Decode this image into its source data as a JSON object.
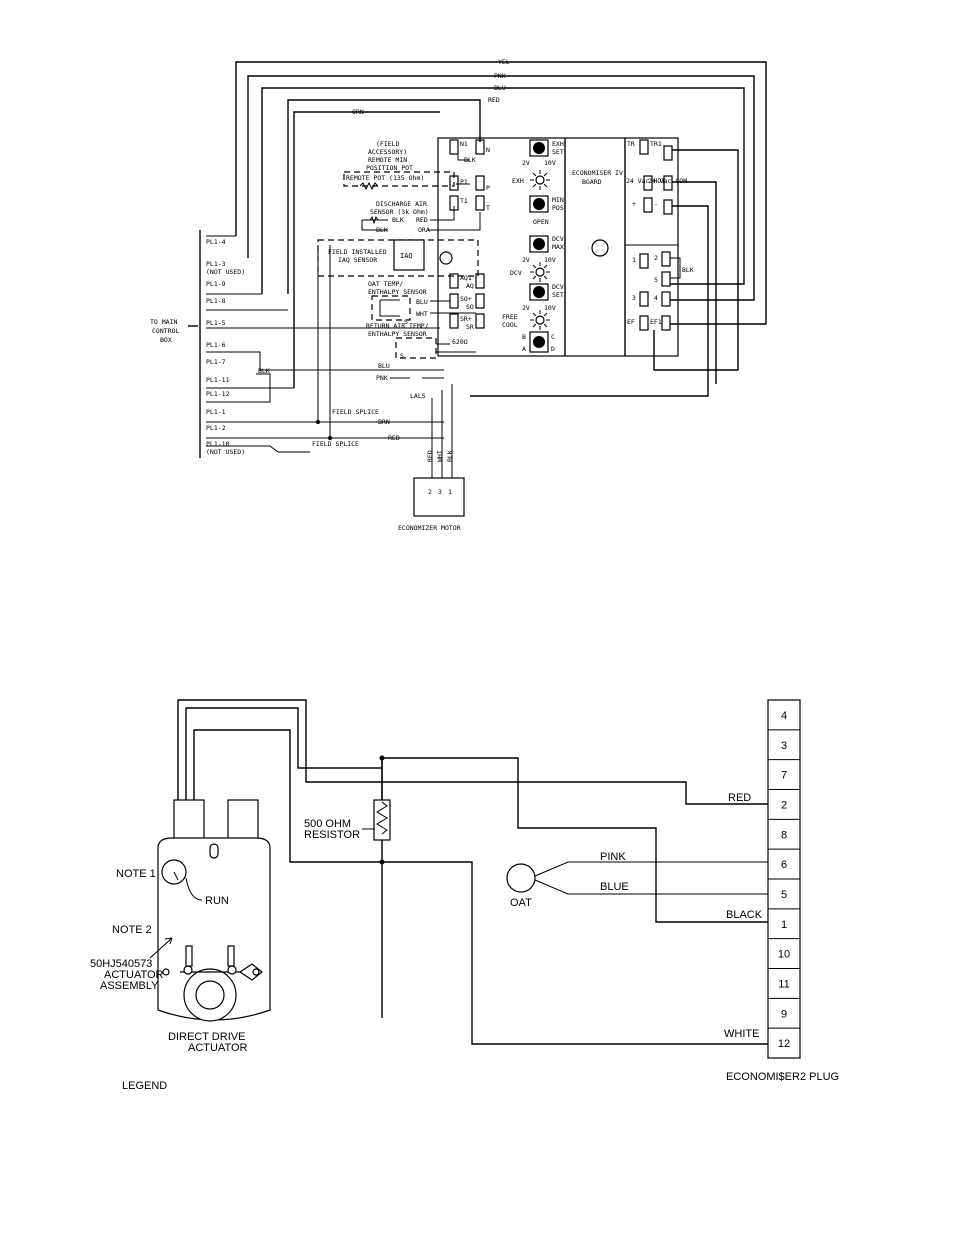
{
  "top_diagram": {
    "wire_labels": {
      "yel": "YEL",
      "pnk": "PNK",
      "blu": "BLU",
      "red": "RED",
      "orn": "ORN",
      "blu_low": "BLU",
      "pnk_low": "PNK",
      "brn": "BRN",
      "red_low": "RED",
      "blk": "BLK",
      "blk2": "BLK",
      "blk3": "BLK",
      "red2": "RED",
      "ora": "ORA",
      "blu2": "BLU",
      "wht": "WHT"
    },
    "field_accessory": [
      "(FIELD",
      "ACCESSORY)",
      "REMOTE MIN",
      "POSITION POT"
    ],
    "remote_pot": "REMOTE POT (135 Ohm)",
    "discharge_sensor": [
      "DISCHARGE AIR",
      "SENSOR (3k Ohm)"
    ],
    "iaq": [
      "FIELD INSTALLED",
      "IAQ SENSOR"
    ],
    "iaq_label": "IAQ",
    "oat_sensor": [
      "OAT TEMP/",
      "ENTHALPY SENSOR"
    ],
    "return_sensor": [
      "RETURN AIR TEMP/",
      "ENTHALPY SENSOR"
    ],
    "board": [
      "ECONOMISER IV",
      "BOARD"
    ],
    "exh": "EXH",
    "exh_set": "EXH",
    "set": "SET",
    "range": "2V",
    "range2": "10V",
    "min_pos": "MIN",
    "pos": "POS",
    "open": "OPEN",
    "dcv_max": "DCV",
    "max": "MAX",
    "dcv": "DCV",
    "dcv_set": "DCV",
    "set2": "SET",
    "free_cool": [
      "FREE",
      "COOL"
    ],
    "b": "B",
    "c": "C",
    "a": "A",
    "d": "D",
    "pins_left": [
      "N1",
      "N",
      "P1",
      "P",
      "T1",
      "T",
      "AQ1",
      "AQ",
      "SO+",
      "SO",
      "SR+",
      "SR"
    ],
    "pins_right": [
      "TR",
      "TR1",
      "24 Vac HOT",
      "24 Vac COM",
      "+",
      "-",
      "1",
      "2",
      "5",
      "3",
      "4",
      "EF",
      "EF1"
    ],
    "pl1": [
      "PL1-4",
      "PL1-3",
      "(NOT USED)",
      "PL1-9",
      "PL1-8",
      "PL1-5",
      "PL1-6",
      "PL1-7",
      "PL1-11",
      "PL1-12",
      "PL1-1",
      "PL1-2",
      "PL1-10",
      "(NOT USED)"
    ],
    "to_main": [
      "TO MAIN",
      "CONTROL",
      "BOX"
    ],
    "field_splice": "FIELD SPLICE",
    "field_splice2": "FIELD SPLICE",
    "lals": "LALS",
    "resistor": "620Ω",
    "motor_wires": [
      "RED",
      "WHT",
      "BLK"
    ],
    "motor_pins": [
      "2",
      "3",
      "1"
    ],
    "motor": "ECONOMIZER MOTOR",
    "s_marks": [
      "S",
      "S",
      "S"
    ]
  },
  "bottom_diagram": {
    "plug_pins": [
      "4",
      "3",
      "7",
      "2",
      "8",
      "6",
      "5",
      "1",
      "10",
      "11",
      "9",
      "12"
    ],
    "plug_title": "ECONOMI$ER2 PLUG",
    "wires": {
      "red": "RED",
      "pink": "PINK",
      "blue": "BLUE",
      "black": "BLACK",
      "white": "WHITE"
    },
    "resistor": [
      "500 OHM",
      "RESISTOR"
    ],
    "oat": "OAT",
    "note1": "NOTE 1",
    "note2": "NOTE 2",
    "run": "RUN",
    "actuator_assembly": [
      "50HJ540573",
      "ACTUATOR",
      "ASSEMBLY"
    ],
    "direct_drive": [
      "DIRECT DRIVE",
      "ACTUATOR"
    ],
    "legend": "LEGEND"
  }
}
